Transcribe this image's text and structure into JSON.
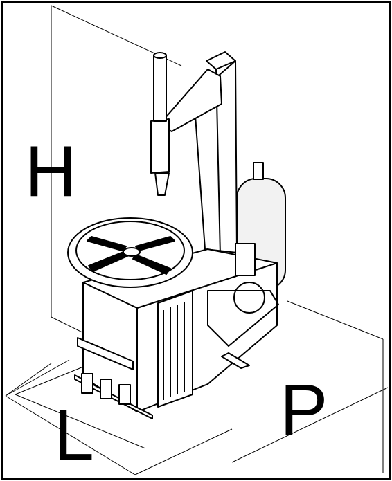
{
  "labels": {
    "height": "H",
    "length": "L",
    "depth": "P"
  },
  "colors": {
    "ink": "#000000",
    "paper": "#ffffff",
    "tank": "#f2f2f2"
  },
  "icons": [
    "tire-changer-machine-icon"
  ]
}
